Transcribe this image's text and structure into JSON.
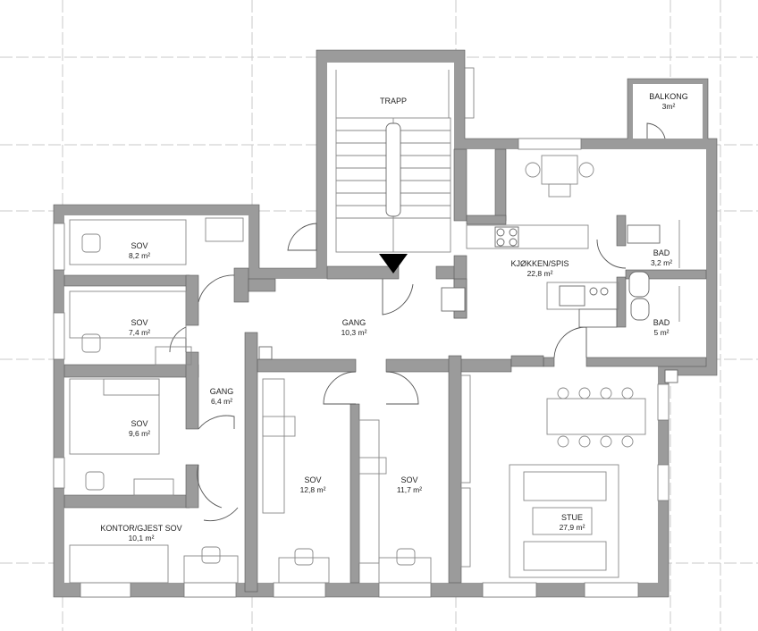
{
  "rooms": {
    "trapp": {
      "name": "TRAPP"
    },
    "balkong": {
      "name": "BALKONG",
      "area": "3m²"
    },
    "sov1": {
      "name": "SOV",
      "area": "8,2 m²"
    },
    "sov2": {
      "name": "SOV",
      "area": "7,4 m²"
    },
    "sov3": {
      "name": "SOV",
      "area": "9,6 m²"
    },
    "kontor": {
      "name": "KONTOR/GJEST SOV",
      "area": "10,1 m²"
    },
    "gang_left": {
      "name": "GANG",
      "area": "6,4 m²"
    },
    "gang": {
      "name": "GANG",
      "area": "10,3 m²"
    },
    "kjokken": {
      "name": "KJØKKEN/SPIS",
      "area": "22,8 m²"
    },
    "bad1": {
      "name": "BAD",
      "area": "3,2 m²"
    },
    "bad2": {
      "name": "BAD",
      "area": "5 m²"
    },
    "sov4": {
      "name": "SOV",
      "area": "12,8 m²"
    },
    "sov5": {
      "name": "SOV",
      "area": "11,7 m²"
    },
    "stue": {
      "name": "STUE",
      "area": "27,9 m²"
    }
  },
  "icons": {
    "entry": "entry-arrow-icon"
  },
  "colors": {
    "wall": "#9b9b9b",
    "grid": "#c8c8c8"
  }
}
